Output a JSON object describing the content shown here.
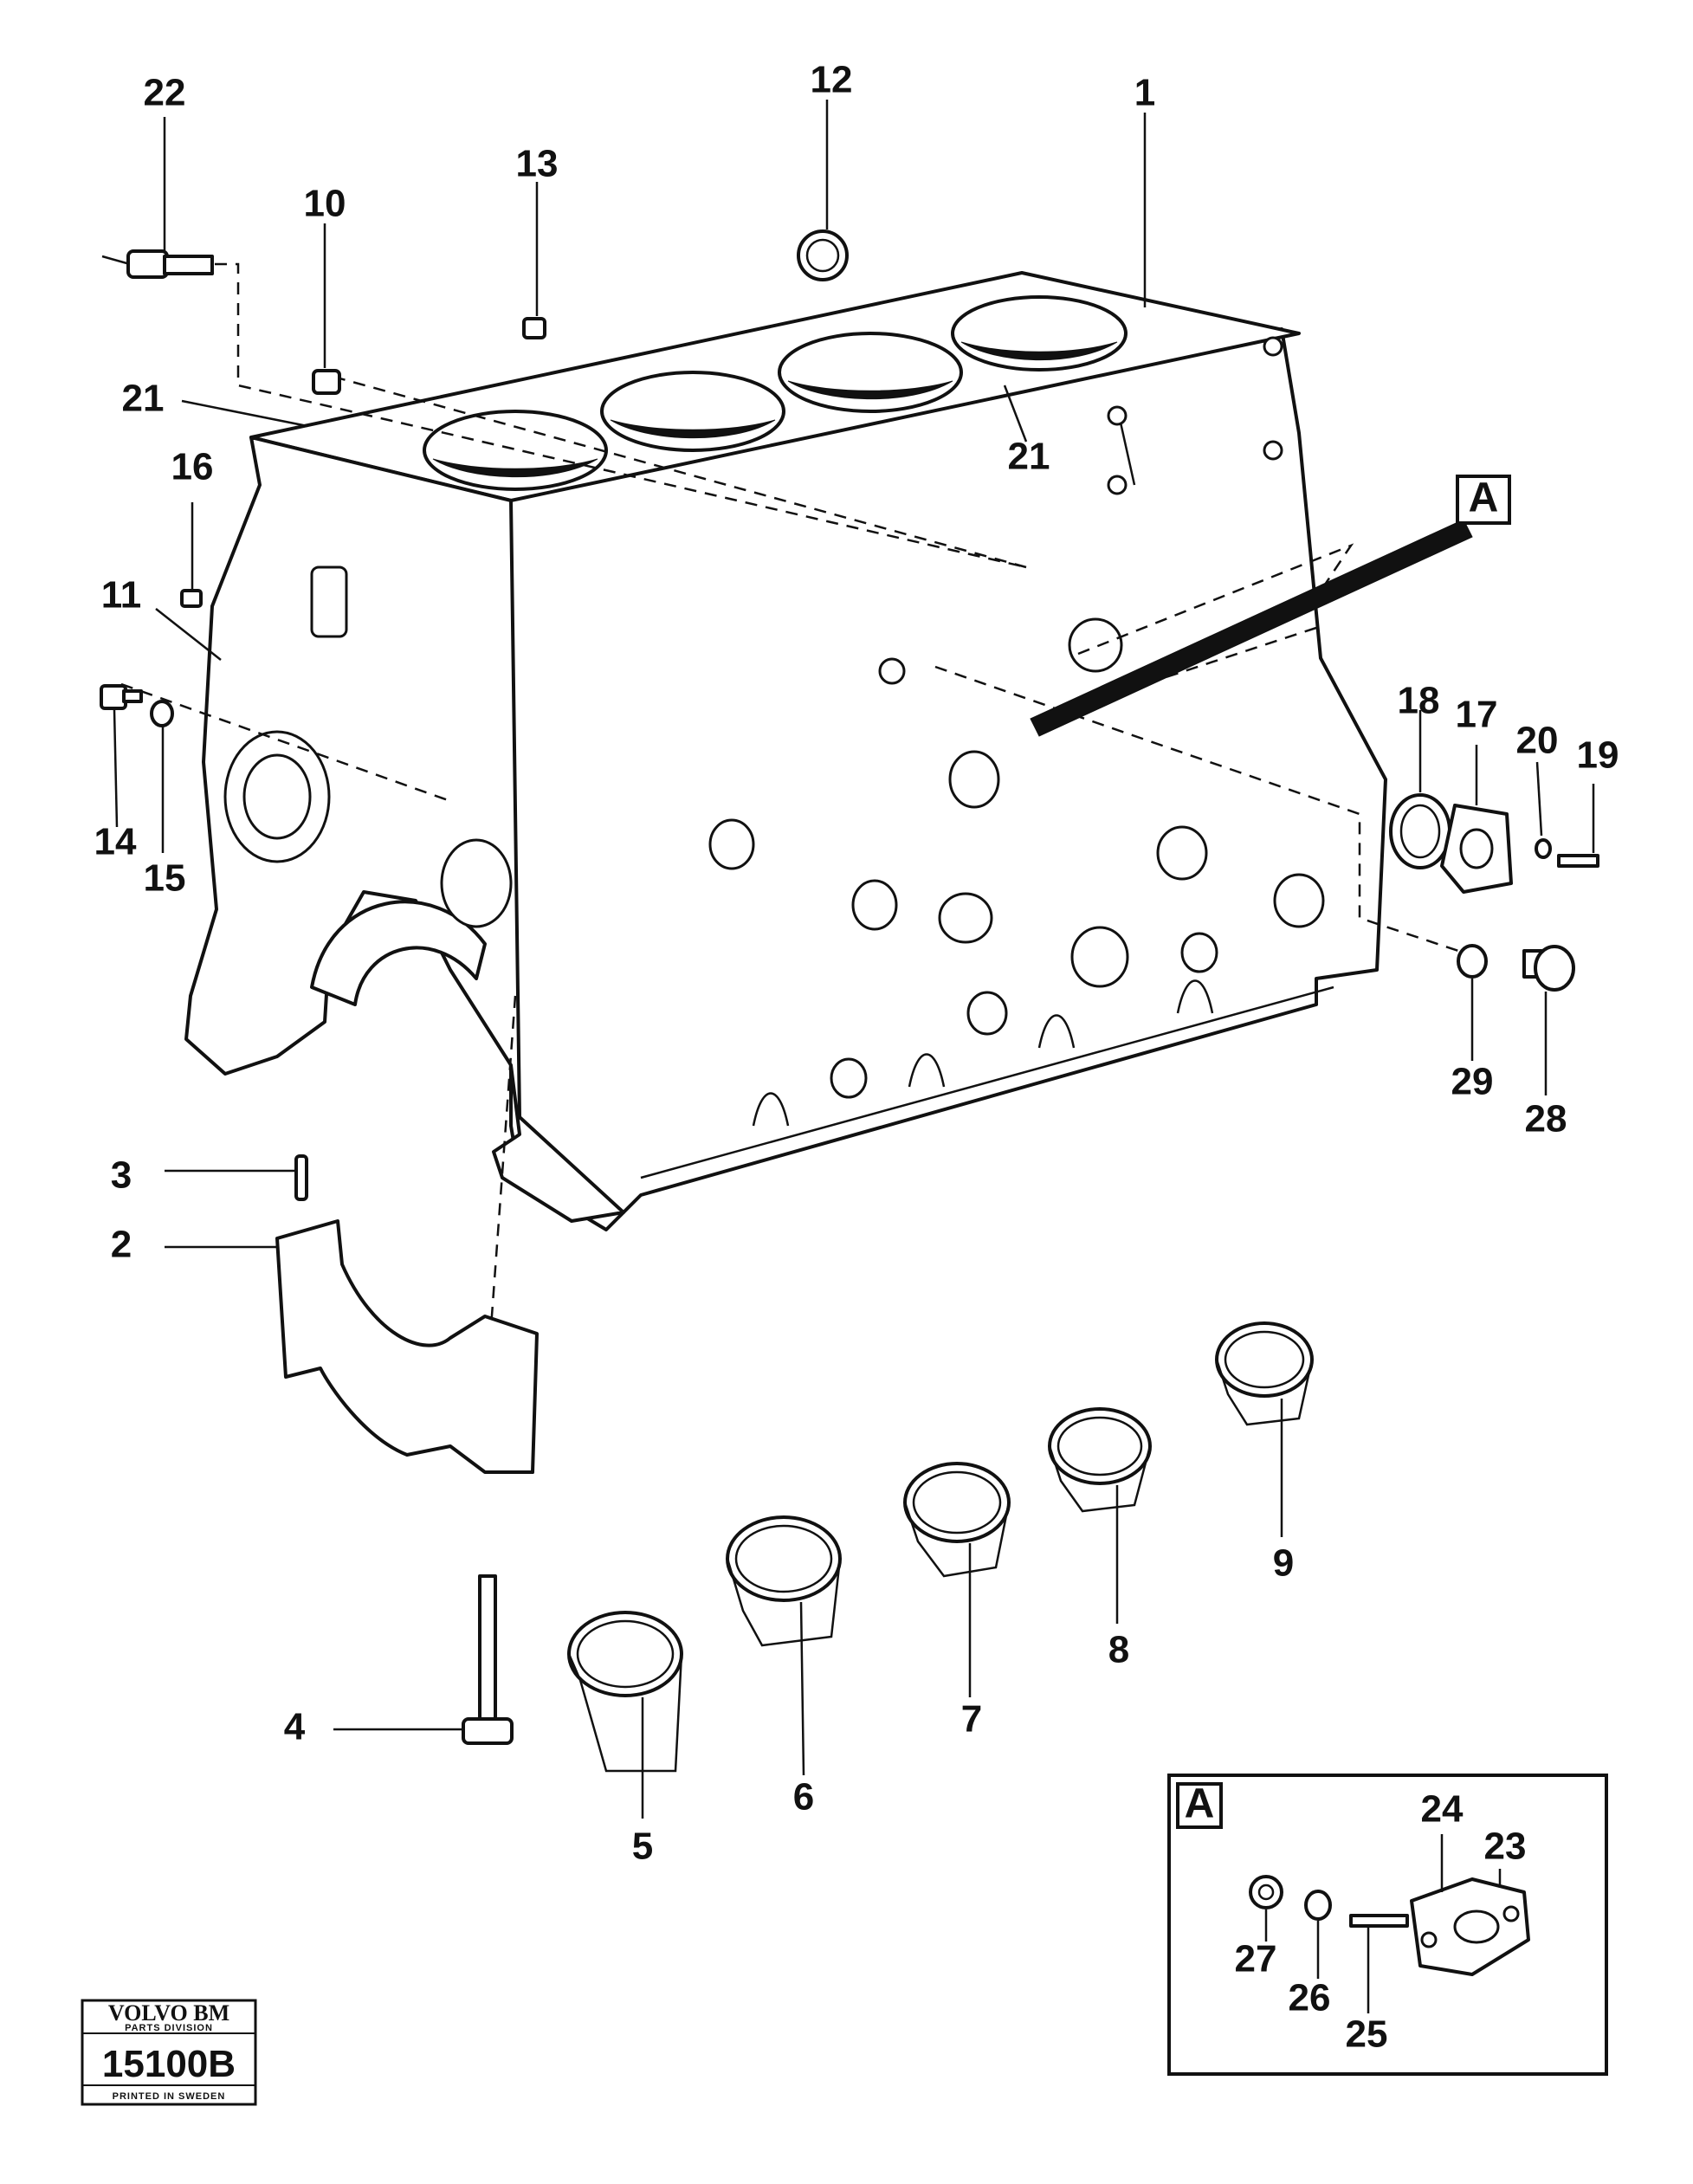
{
  "callouts": [
    {
      "id": "c1",
      "text": "1"
    },
    {
      "id": "c2",
      "text": "2"
    },
    {
      "id": "c3",
      "text": "3"
    },
    {
      "id": "c4",
      "text": "4"
    },
    {
      "id": "c5",
      "text": "5"
    },
    {
      "id": "c6",
      "text": "6"
    },
    {
      "id": "c7",
      "text": "7"
    },
    {
      "id": "c8",
      "text": "8"
    },
    {
      "id": "c9",
      "text": "9"
    },
    {
      "id": "c10",
      "text": "10"
    },
    {
      "id": "c11",
      "text": "11"
    },
    {
      "id": "c12",
      "text": "12"
    },
    {
      "id": "c13",
      "text": "13"
    },
    {
      "id": "c14",
      "text": "14"
    },
    {
      "id": "c15",
      "text": "15"
    },
    {
      "id": "c16",
      "text": "16"
    },
    {
      "id": "c17",
      "text": "17"
    },
    {
      "id": "c18",
      "text": "18"
    },
    {
      "id": "c19",
      "text": "19"
    },
    {
      "id": "c20",
      "text": "20"
    },
    {
      "id": "c21a",
      "text": "21"
    },
    {
      "id": "c21b",
      "text": "21"
    },
    {
      "id": "c22",
      "text": "22"
    },
    {
      "id": "c23",
      "text": "23"
    },
    {
      "id": "c24",
      "text": "24"
    },
    {
      "id": "c25",
      "text": "25"
    },
    {
      "id": "c26",
      "text": "26"
    },
    {
      "id": "c27",
      "text": "27"
    },
    {
      "id": "c28",
      "text": "28"
    },
    {
      "id": "c29",
      "text": "29"
    }
  ],
  "detail_marker": "A",
  "detail_inset_label": "A",
  "stamp": {
    "brand": "VOLVO BM",
    "division": "PARTS DIVISION",
    "code": "15100B",
    "printed": "PRINTED IN SWEDEN"
  }
}
